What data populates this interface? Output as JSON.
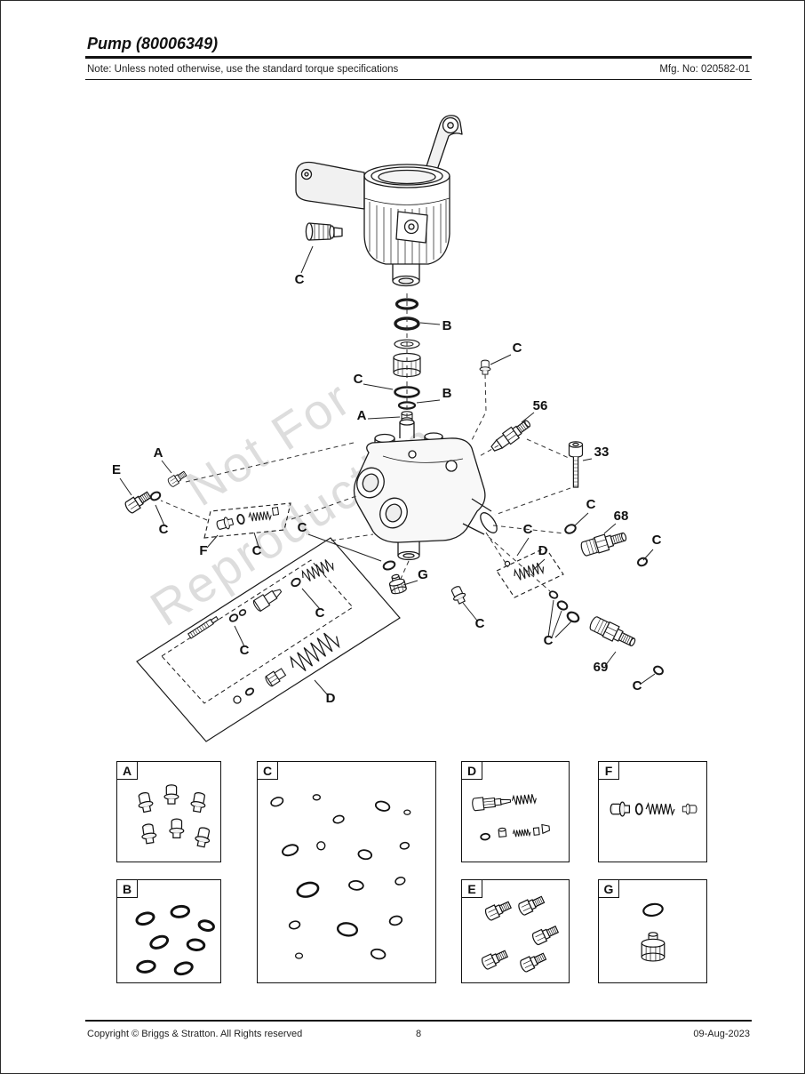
{
  "header": {
    "title": "Pump (80006349)",
    "note": "Note: Unless noted otherwise, use the standard torque specifications",
    "mfg_no": "Mfg. No: 020582-01"
  },
  "watermark": {
    "line1": "Not For",
    "line2": "Reproduction"
  },
  "diagram": {
    "callouts": {
      "housing_fitting": "C",
      "seal_upper": "B",
      "plug_top_right": "C",
      "oring_stack": "C",
      "seal_lower": "B",
      "kit_a_stack": "A",
      "thermal_valve": "56",
      "bolt": "33",
      "kit_a_left": "A",
      "kit_e_plug": "E",
      "oring_e": "C",
      "kit_f": "F",
      "oring_f": "C",
      "oring_g": "C",
      "oring_outlet": "C",
      "fitting_68": "68",
      "oring_d": "C",
      "kit_d_right": "D",
      "oring_68": "C",
      "plug_g": "G",
      "oring_unloader": "C",
      "plug_bottom": "C",
      "oring_stem": "C",
      "orings_69": "C",
      "fitting_69": "69",
      "oring_69": "C",
      "kit_d_left": "D"
    }
  },
  "panels": {
    "a": {
      "label": "A"
    },
    "b": {
      "label": "B"
    },
    "c": {
      "label": "C"
    },
    "d": {
      "label": "D"
    },
    "e": {
      "label": "E"
    },
    "f": {
      "label": "F"
    },
    "g": {
      "label": "G"
    }
  },
  "footer": {
    "copyright": "Copyright © Briggs & Stratton. All Rights reserved",
    "page_number": "8",
    "date": "09-Aug-2023"
  }
}
